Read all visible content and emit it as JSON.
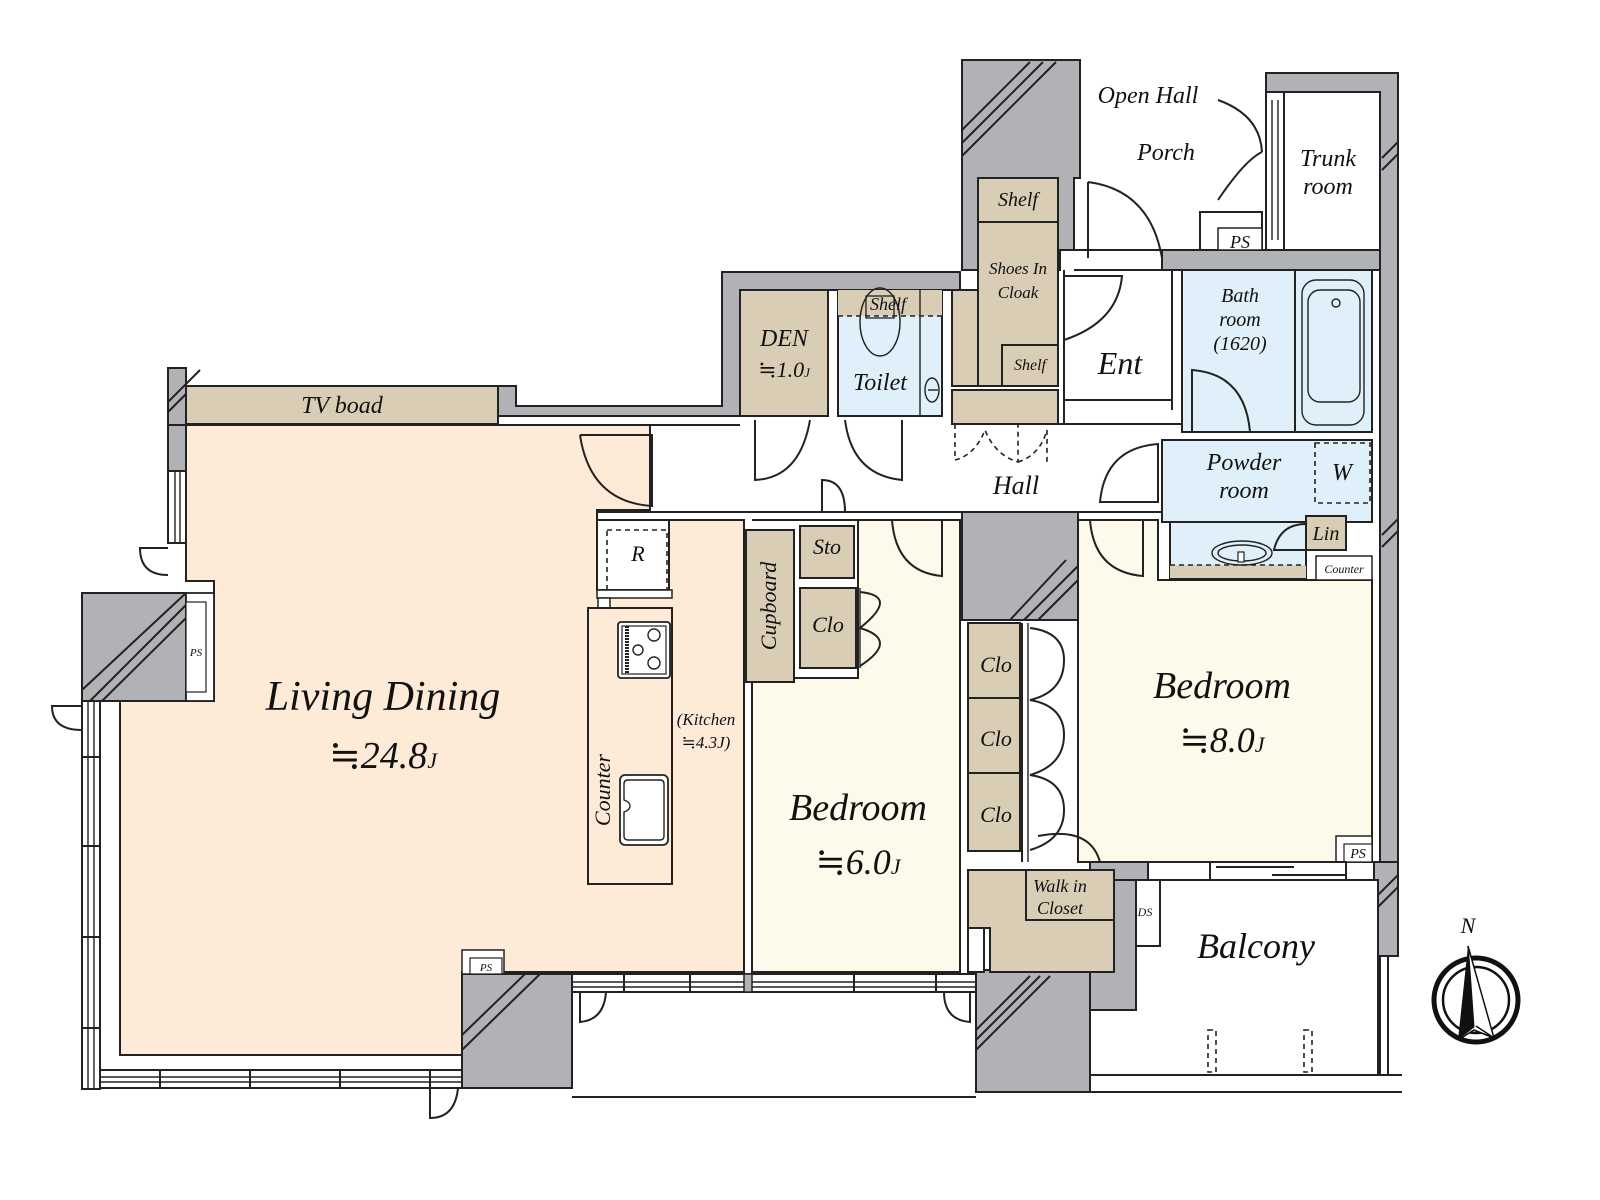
{
  "colors": {
    "wall": "#b1b2b5",
    "living": "#fdebd8",
    "bedroom": "#fefaeb",
    "storage": "#d9cdb5",
    "wet": "#dff0fa",
    "outdoor": "#ffffff",
    "line": "#222222"
  },
  "rooms": {
    "living_dining": {
      "name": "Living Dining",
      "area": "≒24.8",
      "unit": "J"
    },
    "kitchen": {
      "name": "(Kitchen",
      "area": "≒4.3J)"
    },
    "bedroom_6": {
      "name": "Bedroom",
      "area": "≒6.0",
      "unit": "J"
    },
    "bedroom_8": {
      "name": "Bedroom",
      "area": "≒8.0",
      "unit": "J"
    },
    "den": {
      "name": "DEN",
      "area": "≒1.0",
      "unit": "J"
    },
    "toilet": {
      "name": "Toilet"
    },
    "bath": {
      "line1": "Bath",
      "line2": "room",
      "line3": "(1620)"
    },
    "powder": {
      "line1": "Powder",
      "line2": "room"
    },
    "ent": {
      "name": "Ent"
    },
    "hall": {
      "name": "Hall"
    },
    "open_hall": {
      "name": "Open Hall"
    },
    "porch": {
      "name": "Porch"
    },
    "trunk": {
      "line1": "Trunk",
      "line2": "room"
    },
    "balcony": {
      "name": "Balcony"
    },
    "walk_in_closet": {
      "line1": "Walk in",
      "line2": "Closet"
    }
  },
  "fixtures": {
    "tv_board": "TV boad",
    "shelf_top": "Shelf",
    "shoes_in_cloak_1": "Shoes In",
    "shoes_in_cloak_2": "Cloak",
    "shelf_small": "Shelf",
    "toilet_shelf": "Shelf",
    "refrigerator": "R",
    "cupboard": "Cupboard",
    "counter": "Counter",
    "sto": "Sto",
    "clo": "Clo",
    "clo_1": "Clo",
    "clo_2": "Clo",
    "clo_3": "Clo",
    "washer": "W",
    "linen": "Lin",
    "counter_small": "Counter",
    "ps": "PS",
    "ds": "DS"
  },
  "compass": {
    "label": "N"
  }
}
